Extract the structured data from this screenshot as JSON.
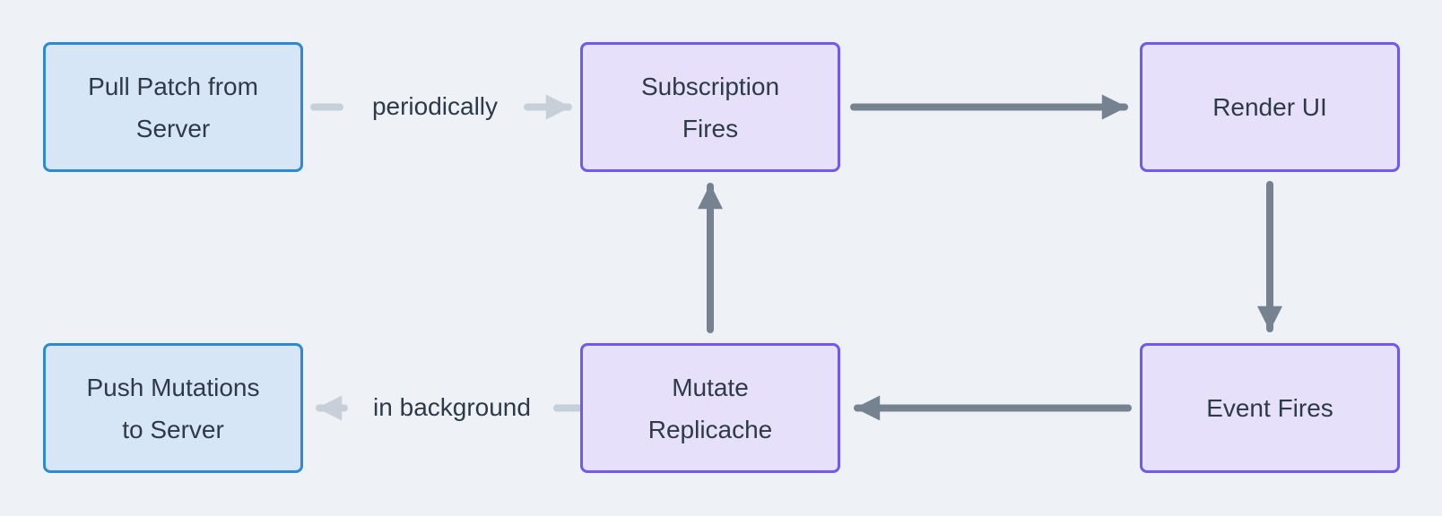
{
  "diagram": {
    "nodes": [
      {
        "id": "pull-patch-from-server",
        "lines": [
          "Pull Patch from",
          "Server"
        ],
        "variant": "blue"
      },
      {
        "id": "subscription-fires",
        "lines": [
          "Subscription",
          "Fires"
        ],
        "variant": "purple"
      },
      {
        "id": "render-ui",
        "lines": [
          "Render UI"
        ],
        "variant": "purple"
      },
      {
        "id": "push-mutations-to-server",
        "lines": [
          "Push Mutations",
          "to Server"
        ],
        "variant": "blue"
      },
      {
        "id": "mutate-replicache",
        "lines": [
          "Mutate",
          "Replicache"
        ],
        "variant": "purple"
      },
      {
        "id": "event-fires",
        "lines": [
          "Event Fires"
        ],
        "variant": "purple"
      }
    ],
    "edges": [
      {
        "from": "pull-patch-from-server",
        "to": "subscription-fires",
        "label": "periodically",
        "style": "light"
      },
      {
        "from": "subscription-fires",
        "to": "render-ui",
        "label": "",
        "style": "dark"
      },
      {
        "from": "render-ui",
        "to": "event-fires",
        "label": "",
        "style": "dark"
      },
      {
        "from": "event-fires",
        "to": "mutate-replicache",
        "label": "",
        "style": "dark"
      },
      {
        "from": "mutate-replicache",
        "to": "subscription-fires",
        "label": "",
        "style": "dark"
      },
      {
        "from": "mutate-replicache",
        "to": "push-mutations-to-server",
        "label": "in background",
        "style": "light"
      }
    ],
    "colors": {
      "background": "#eef1f5",
      "blue_fill": "#d7e6f6",
      "blue_border": "#2e89d3",
      "purple_fill": "#e6e0fb",
      "purple_border": "#7158f0",
      "dark_arrow": "#76828f",
      "light_arrow": "#c7d0d9",
      "text": "#2e3a48"
    }
  }
}
